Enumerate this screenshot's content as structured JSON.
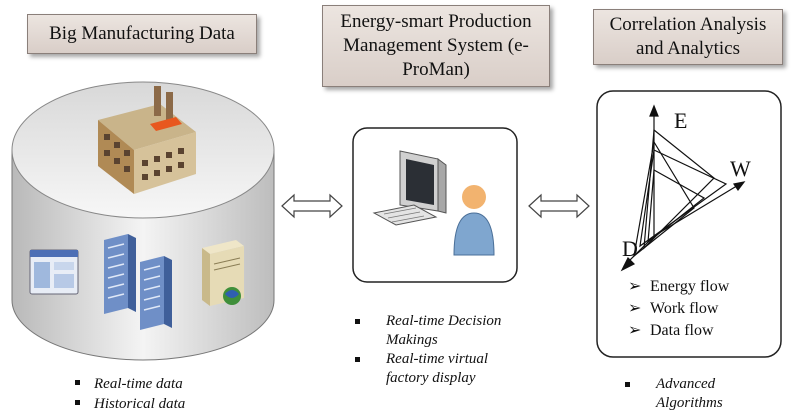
{
  "left": {
    "title": "Big Manufacturing Data",
    "bullets": [
      "Real-time data",
      "Historical data"
    ],
    "icons": [
      "factory-icon",
      "dashboard-screen-icon",
      "server-rack-icon",
      "database-server-icon"
    ]
  },
  "center": {
    "title": "Energy-smart Production Management System (e-ProMan)",
    "bullets": [
      "Real-time Decision Makings",
      "Real-time virtual factory display"
    ],
    "icons": [
      "computer-user-icon"
    ]
  },
  "right": {
    "title": "Correlation Analysis and Analytics",
    "axes": {
      "e": "E",
      "w": "W",
      "d": "D"
    },
    "flows": [
      "Energy flow",
      "Work flow",
      "Data flow"
    ],
    "bullets": [
      "Advanced Algorithms"
    ]
  },
  "arrows": [
    "double-arrow-left",
    "double-arrow-right"
  ],
  "colors": {
    "title_bg": "#ded5cf",
    "outline": "#222222",
    "person": "#7fa6cf"
  }
}
